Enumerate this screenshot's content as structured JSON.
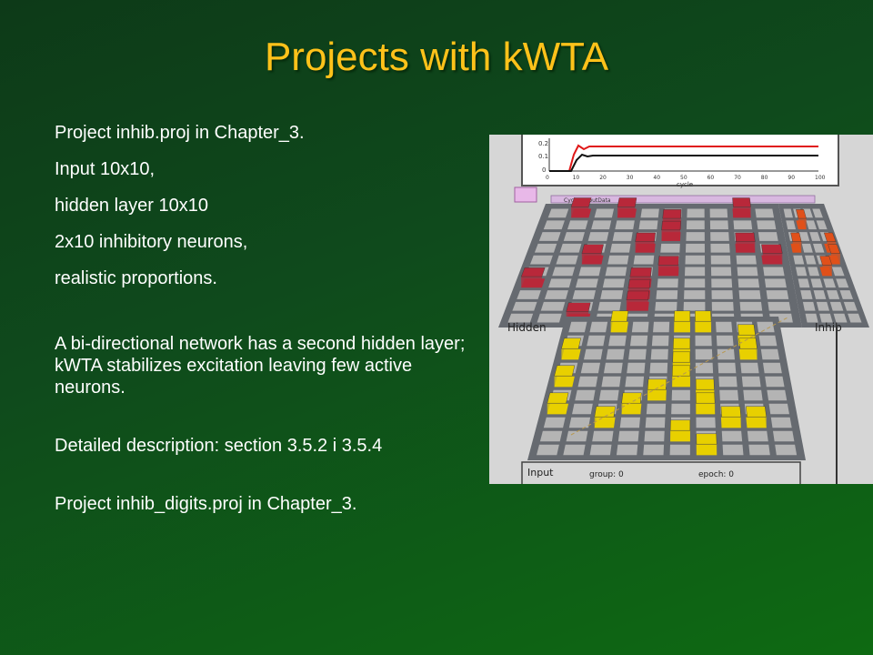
{
  "slide": {
    "title": "Projects with kWTA",
    "bullets": [
      "Project inhib.proj in Chapter_3.",
      "Input 10x10,",
      "hidden layer 10x10",
      "2x10 inhibitory neurons,",
      "realistic proportions.",
      "A bi-directional network has a second hidden layer; kWTA stabilizes excitation leaving few active neurons.",
      "Detailed description: section 3.5.2 i 3.5.4",
      "Project inhib_digits.proj in Chapter_3."
    ]
  },
  "figure": {
    "graph": {
      "y_ticks": [
        "0.2",
        "0.1",
        "0"
      ],
      "x_ticks": [
        "0",
        "10",
        "20",
        "30",
        "40",
        "50",
        "60",
        "70",
        "80",
        "90",
        "100"
      ],
      "x_label": "cycle",
      "legend_label": "CycleOutputData"
    },
    "layers": {
      "hidden": "Hidden",
      "inhib": "Inhib",
      "input": "Input"
    },
    "status": {
      "group": "group: 0",
      "epoch": "epoch: 0"
    },
    "colors": {
      "active_input": "#e8d000",
      "active_hidden": "#b8283a",
      "active_hidden_strong": "#e0501a",
      "cell": "#b4b4b4",
      "board": "#666a70",
      "trace_red": "#e01818",
      "trace_black": "#111111"
    },
    "input_active_cells": [
      [
        0,
        2
      ],
      [
        0,
        5
      ],
      [
        0,
        6
      ],
      [
        1,
        8
      ],
      [
        2,
        0
      ],
      [
        2,
        5
      ],
      [
        2,
        8
      ],
      [
        3,
        5
      ],
      [
        4,
        0
      ],
      [
        4,
        5
      ],
      [
        5,
        4
      ],
      [
        5,
        6
      ],
      [
        6,
        0
      ],
      [
        6,
        3
      ],
      [
        6,
        6
      ],
      [
        7,
        2
      ],
      [
        7,
        7
      ],
      [
        7,
        8
      ],
      [
        8,
        5
      ],
      [
        9,
        6
      ]
    ],
    "hidden_active_cells": [
      [
        0,
        1
      ],
      [
        0,
        3
      ],
      [
        0,
        8
      ],
      [
        1,
        5
      ],
      [
        2,
        5
      ],
      [
        3,
        4
      ],
      [
        3,
        8
      ],
      [
        4,
        2
      ],
      [
        4,
        9
      ],
      [
        5,
        5
      ],
      [
        6,
        0
      ],
      [
        6,
        4
      ],
      [
        7,
        4
      ],
      [
        8,
        4
      ],
      [
        9,
        2
      ]
    ],
    "inhib_active_cells": [
      [
        1,
        1
      ],
      [
        3,
        0
      ],
      [
        3,
        3
      ],
      [
        4,
        3
      ],
      [
        5,
        2
      ]
    ]
  }
}
